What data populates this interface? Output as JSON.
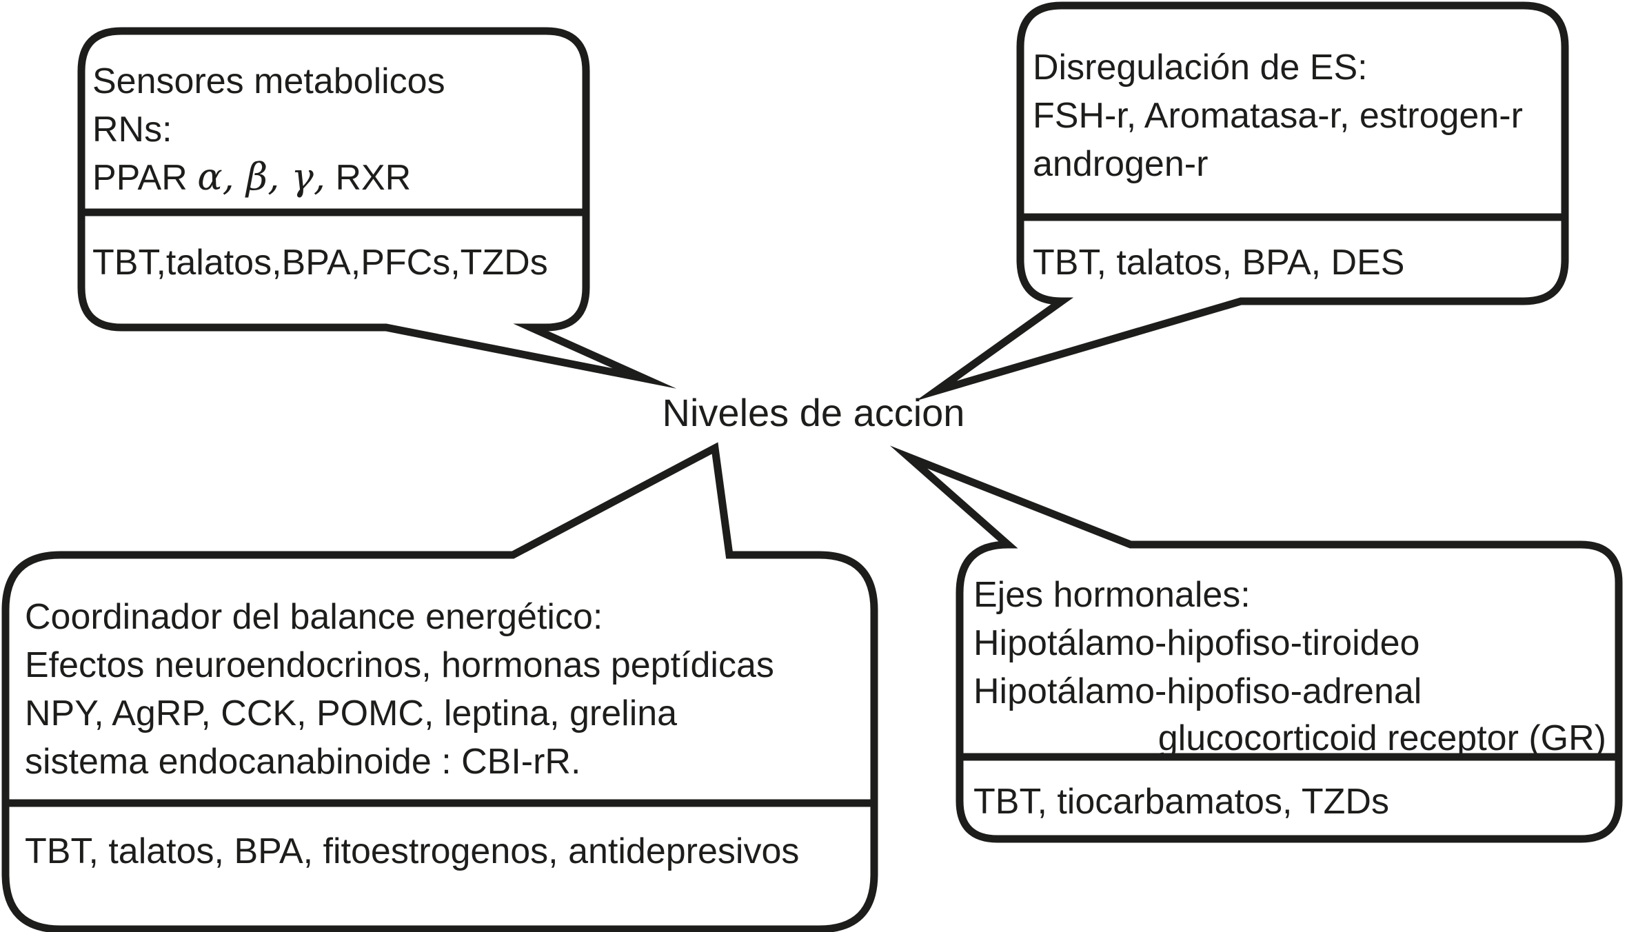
{
  "center_label": "Niveles de accion",
  "colors": {
    "ink": "#1d1d1b",
    "background": "#ffffff"
  },
  "bubbles": {
    "top_left": {
      "line1": "Sensores metabolicos",
      "line2": "RNs:",
      "line3_prefix": "PPAR ",
      "line3_greek": "α, β, γ,",
      "line3_suffix": " RXR",
      "chemicals": "TBT,talatos,BPA,PFCs,TZDs"
    },
    "top_right": {
      "line1": "Disregulación de ES:",
      "line2": "FSH-r, Aromatasa-r, estrogen-r",
      "line3": "androgen-r",
      "chemicals": "TBT, talatos, BPA, DES"
    },
    "bottom_left": {
      "line1": "Coordinador del balance energético:",
      "line2": "Efectos neuroendocrinos, hormonas peptídicas",
      "line3": "NPY, AgRP, CCK, POMC, leptina, grelina",
      "line4": "sistema endocanabinoide : CBI-rR.",
      "chemicals": "TBT, talatos, BPA, fitoestrogenos, antidepresivos"
    },
    "bottom_right": {
      "line1": "Ejes hormonales:",
      "line2": "Hipotálamo-hipofiso-tiroideo",
      "line3": "Hipotálamo-hipofiso-adrenal",
      "line4": "glucocorticoid receptor (GR)",
      "chemicals": "TBT, tiocarbamatos, TZDs"
    }
  }
}
